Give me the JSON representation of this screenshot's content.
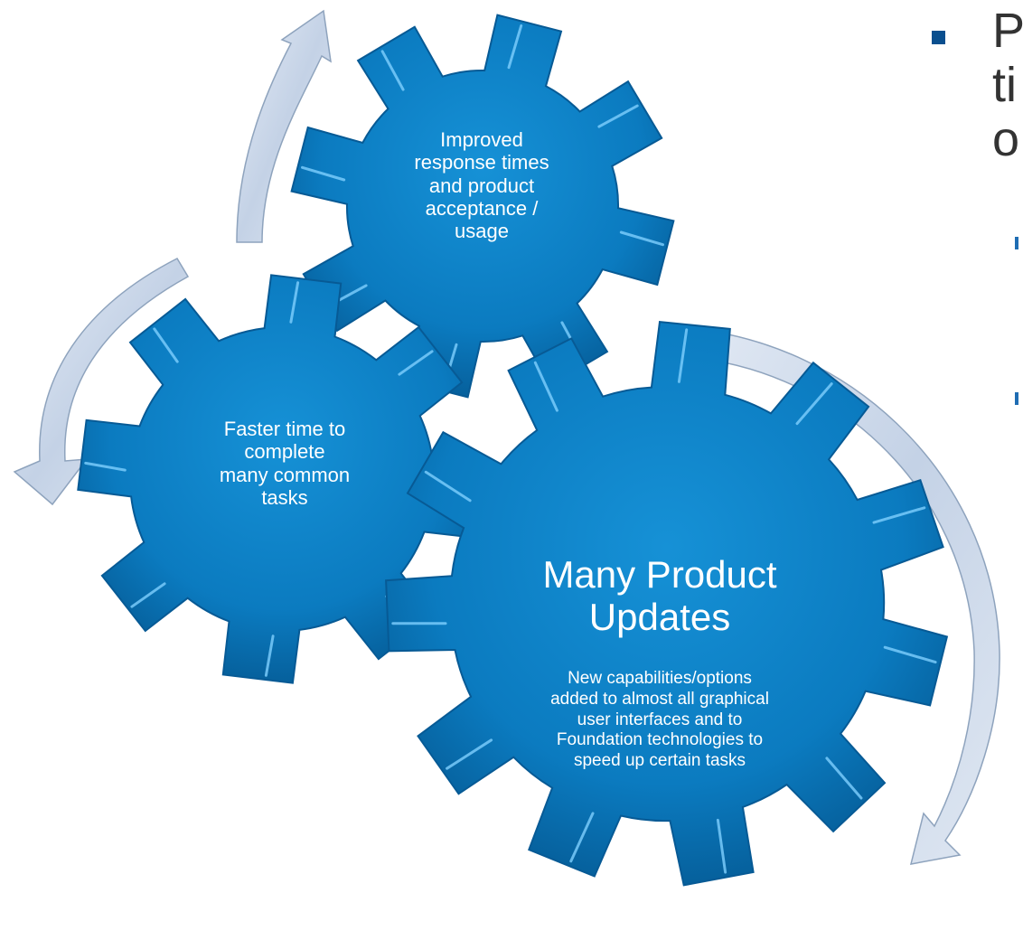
{
  "diagram": {
    "gears": {
      "top": {
        "lines": [
          "Improved",
          "response times",
          "and product",
          "acceptance /",
          "usage"
        ]
      },
      "left": {
        "lines": [
          "Faster time to",
          "complete",
          "many common",
          "tasks"
        ]
      },
      "big": {
        "title_lines": [
          "Many Product",
          "Updates"
        ],
        "description_lines": [
          "New capabilities/options",
          "added to almost all graphical",
          "user interfaces and to",
          "Foundation  technologies to",
          "speed up certain tasks"
        ]
      }
    },
    "colors": {
      "gear": "#0a7cc2",
      "gear_dark": "#075a95",
      "arrow": "#c9d6e8",
      "arrow_edge": "#8ea3bd"
    }
  },
  "bullets": {
    "main_lines": [
      "P",
      "ti",
      "o"
    ]
  }
}
